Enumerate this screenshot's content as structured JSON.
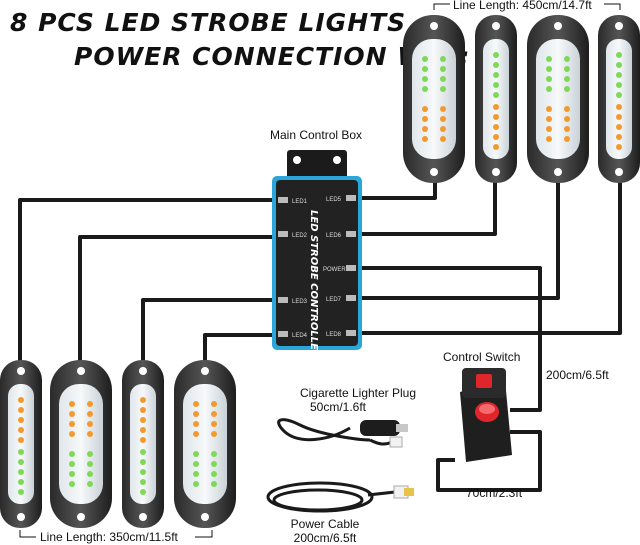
{
  "heading": {
    "line1": "8 PCS LED STROBE LIGHTS",
    "line2": "POWER CONNECTION WAY:"
  },
  "labels": {
    "main_control_box": "Main Control Box",
    "line_length_top": "Line Length: 450cm/14.7ft",
    "line_length_bottom": "Line Length: 350cm/11.5ft",
    "control_switch": "Control Switch",
    "switch_cable": "200cm/6.5ft",
    "switch_tail": "70cm/2.3ft",
    "cig_plug_name": "Cigarette Lighter Plug",
    "cig_plug_length": "50cm/1.6ft",
    "power_cable_name": "Power Cable",
    "power_cable_length": "200cm/6.5ft"
  },
  "controller": {
    "brand_text": "LED STROBE CONTROLLER",
    "ports_left": [
      "LED1",
      "LED2",
      "LED3",
      "LED4"
    ],
    "ports_right": [
      "LED5",
      "LED6",
      "POWER",
      "LED7",
      "LED8"
    ]
  },
  "colors": {
    "accent_blue": "#2aa7d8",
    "wire": "#1a1a1a",
    "led_green": "#7ed957",
    "led_amber": "#f29a2e",
    "switch_red": "#e0262a"
  }
}
